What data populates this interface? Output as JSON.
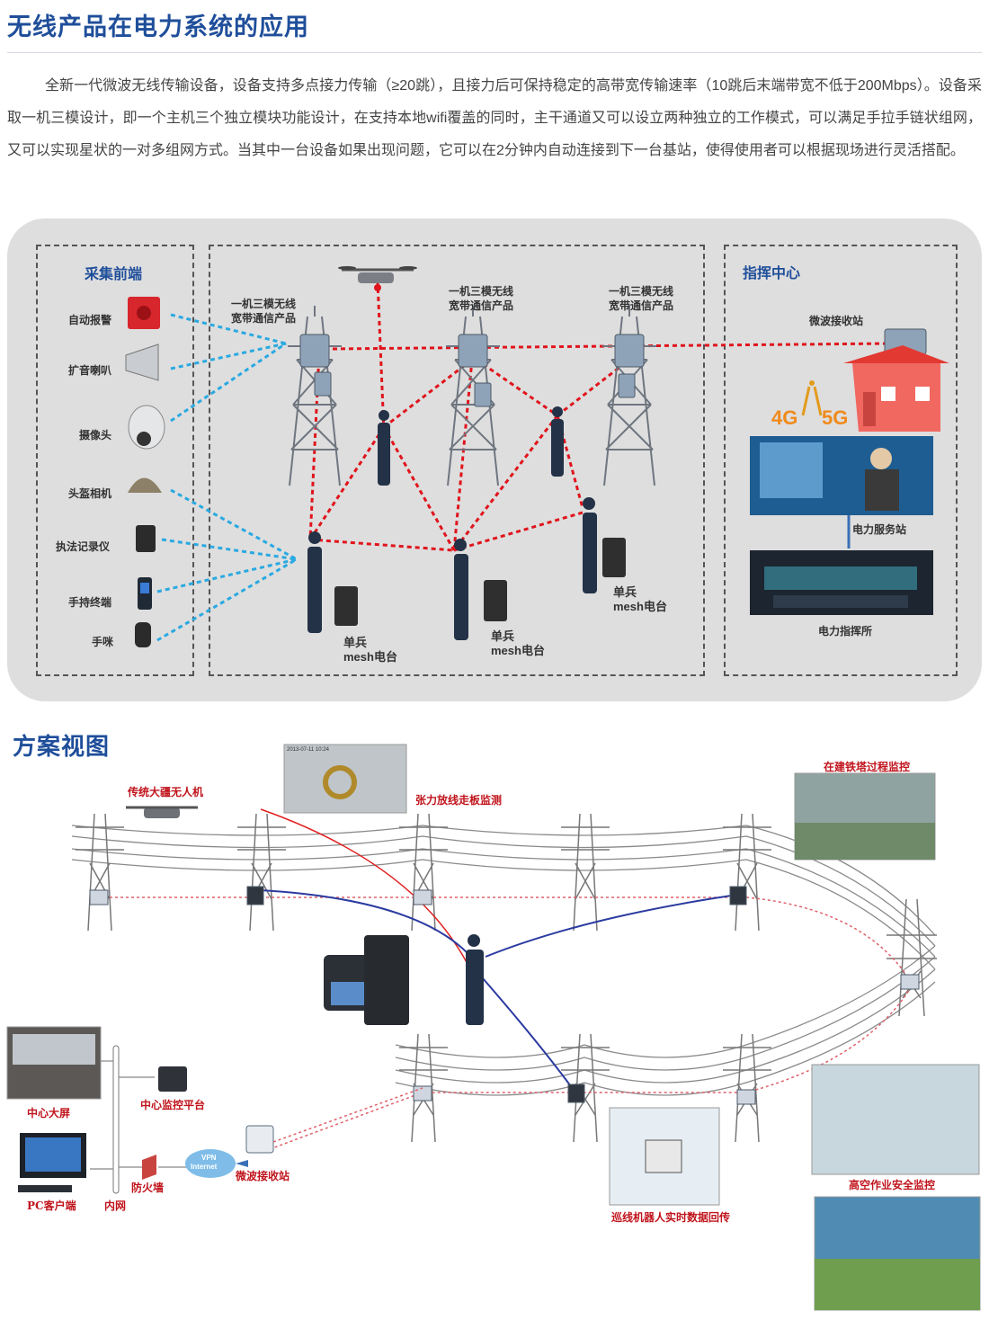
{
  "header": {
    "title": "无线产品在电力系统的应用",
    "intro": "全新一代微波无线传输设备，设备支持多点接力传输（≥20跳），且接力后可保持稳定的高带宽传输速率（10跳后末端带宽不低于200Mbps）。设备采取一机三模设计，即一个主机三个独立模块功能设计，在支持本地wifi覆盖的同时，主干通道又可以设立两种独立的工作模式，可以满足手拉手链状组网，又可以实现星状的一对多组网方式。当其中一台设备如果出现问题，它可以在2分钟内自动连接到下一台基站，使得使用者可以根据现场进行灵活搭配。"
  },
  "diagram1": {
    "front_title": "采集前端",
    "front_items": [
      "自动报警",
      "扩音喇叭",
      "摄像头",
      "头盔相机",
      "执法记录仪",
      "手持终端",
      "手咪"
    ],
    "tower_label_a": "一机三模无线",
    "tower_label_b": "宽带通信产品",
    "soldier_label_a": "单兵",
    "soldier_label_b": "mesh电台",
    "command_title": "指挥中心",
    "receiver": "微波接收站",
    "badge_4g": "4G",
    "badge_5g": "5G",
    "service_station": "电力服务站",
    "command_post": "电力指挥所"
  },
  "diagram2": {
    "title": "方案视图",
    "drone": "传统大疆无人机",
    "tension": "张力放线走板监测",
    "tower_monitor": "在建铁塔过程监控",
    "screen": "中心大屏",
    "platform": "中心监控平台",
    "pc": "PC客户端",
    "intranet": "内网",
    "firewall": "防火墙",
    "receiver": "微波接收站",
    "vpn_a": "VPN",
    "vpn_b": "Internet",
    "robot": "巡线机器人实时数据回传",
    "high_work": "高空作业安全监控",
    "photo_timestamp": "2013-07-11 10:24"
  },
  "colors": {
    "brand": "#1f4e9a",
    "red_link": "#e0141c",
    "blue_link": "#29a9e1",
    "caption_red": "#c0141c"
  }
}
